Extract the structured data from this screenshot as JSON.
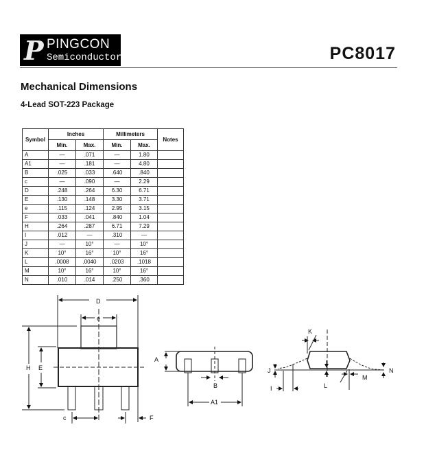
{
  "logo": {
    "mark": "P",
    "name": "PINGCON",
    "sub": "Semiconductor"
  },
  "part_number": "PC8017",
  "title": "Mechanical Dimensions",
  "subtitle": "4-Lead SOT-223 Package",
  "table": {
    "headers": {
      "symbol": "Symbol",
      "inches": "Inches",
      "millimeters": "Millimeters",
      "notes": "Notes",
      "min": "Min.",
      "max": "Max."
    },
    "rows": [
      {
        "symbol": "A",
        "in_min": "—",
        "in_max": ".071",
        "mm_min": "—",
        "mm_max": "1.80",
        "notes": ""
      },
      {
        "symbol": "A1",
        "in_min": "—",
        "in_max": ".181",
        "mm_min": "—",
        "mm_max": "4.80",
        "notes": ""
      },
      {
        "symbol": "B",
        "in_min": ".025",
        "in_max": ".033",
        "mm_min": ".640",
        "mm_max": ".840",
        "notes": ""
      },
      {
        "symbol": "c",
        "in_min": "—",
        "in_max": ".090",
        "mm_min": "—",
        "mm_max": "2.29",
        "notes": ""
      },
      {
        "symbol": "D",
        "in_min": ".248",
        "in_max": ".264",
        "mm_min": "6.30",
        "mm_max": "6.71",
        "notes": ""
      },
      {
        "symbol": "E",
        "in_min": ".130",
        "in_max": ".148",
        "mm_min": "3.30",
        "mm_max": "3.71",
        "notes": ""
      },
      {
        "symbol": "e",
        "in_min": ".115",
        "in_max": ".124",
        "mm_min": "2.95",
        "mm_max": "3.15",
        "notes": ""
      },
      {
        "symbol": "F",
        "in_min": ".033",
        "in_max": ".041",
        "mm_min": ".840",
        "mm_max": "1.04",
        "notes": ""
      },
      {
        "symbol": "H",
        "in_min": ".264",
        "in_max": ".287",
        "mm_min": "6.71",
        "mm_max": "7.29",
        "notes": ""
      },
      {
        "symbol": "I",
        "in_min": ".012",
        "in_max": "—",
        "mm_min": ".310",
        "mm_max": "—",
        "notes": ""
      },
      {
        "symbol": "J",
        "in_min": "—",
        "in_max": "10°",
        "mm_min": "—",
        "mm_max": "10°",
        "notes": ""
      },
      {
        "symbol": "K",
        "in_min": "10°",
        "in_max": "16°",
        "mm_min": "10°",
        "mm_max": "16°",
        "notes": ""
      },
      {
        "symbol": "L",
        "in_min": ".0008",
        "in_max": ".0040",
        "mm_min": ".0203",
        "mm_max": ".1018",
        "notes": ""
      },
      {
        "symbol": "M",
        "in_min": "10°",
        "in_max": "16°",
        "mm_min": "10°",
        "mm_max": "16°",
        "notes": ""
      },
      {
        "symbol": "N",
        "in_min": ".010",
        "in_max": ".014",
        "mm_min": ".250",
        "mm_max": ".360",
        "notes": ""
      }
    ]
  },
  "drawing_labels": {
    "D": "D",
    "e": "e",
    "H": "H",
    "E": "E",
    "A": "A",
    "c": "c",
    "F": "F",
    "B": "B",
    "A1": "A1",
    "K": "K",
    "J": "J",
    "I": "I",
    "L": "L",
    "M": "M",
    "N": "N"
  }
}
